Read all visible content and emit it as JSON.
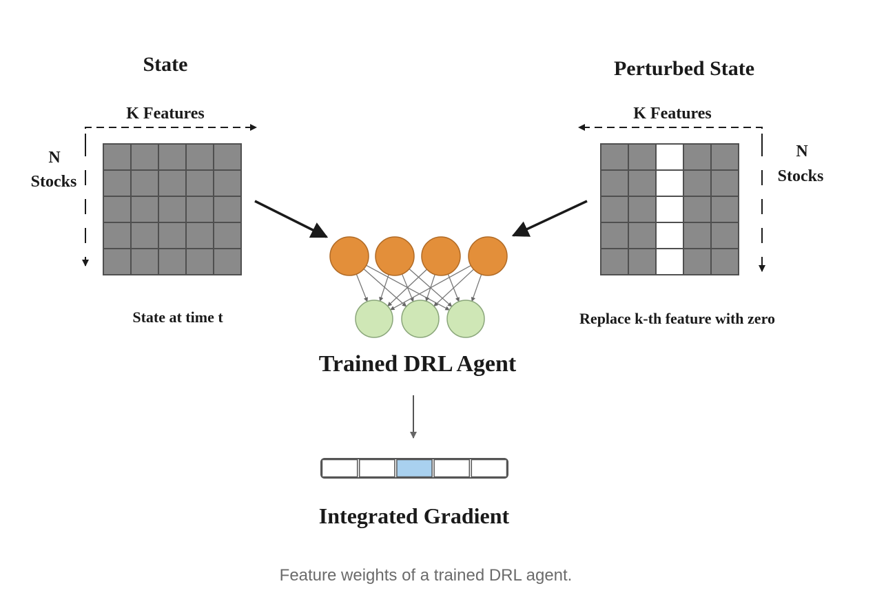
{
  "left": {
    "title": "State",
    "features_label": "K Features",
    "stocks_label_line1": "N",
    "stocks_label_line2": "Stocks",
    "caption": "State at time t"
  },
  "right": {
    "title": "Perturbed State",
    "features_label": "K Features",
    "stocks_label_line1": "N",
    "stocks_label_line2": "Stocks",
    "caption": "Replace k-th feature with zero"
  },
  "agent": {
    "label": "Trained DRL Agent",
    "input_nodes": 4,
    "output_nodes": 3
  },
  "output": {
    "label": "Integrated Gradient",
    "cells": 5,
    "highlighted_index": 2
  },
  "matrix": {
    "rows": 5,
    "cols": 5,
    "zeroed_col": 2
  },
  "colors": {
    "cell_fill": "#8a8a8a",
    "cell_line": "#4f4f4f",
    "zeroed_fill": "#ffffff",
    "input_node": "#e38f3a",
    "output_node": "#cfe7b6",
    "highlight": "#a9d1ef"
  },
  "figure_caption": "Feature weights of a trained DRL agent."
}
